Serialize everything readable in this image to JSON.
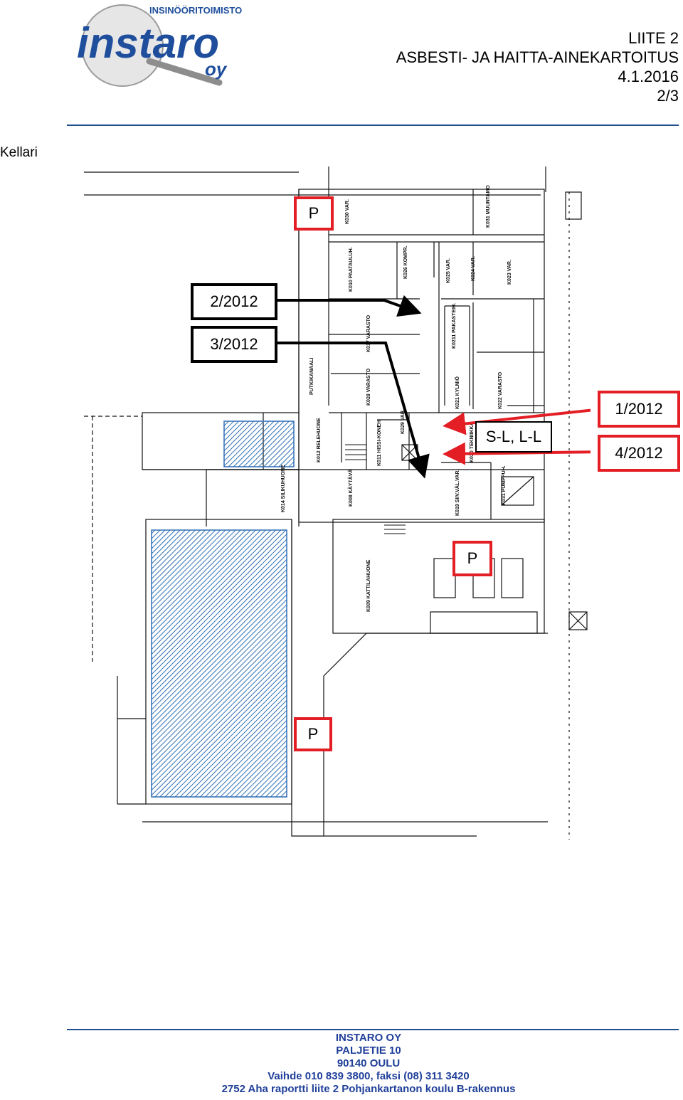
{
  "logo": {
    "company_tagline": "INSINÖÖRITOIMISTO",
    "brand": "instaro",
    "suffix": "oy"
  },
  "header": {
    "liite": "LIITE 2",
    "title": "ASBESTI- JA HAITTA-AINEKARTOITUS",
    "date": "4.1.2016",
    "page": "2/3"
  },
  "section": {
    "label": "Kellari"
  },
  "annotations": {
    "sample_2": "2/2012",
    "sample_3": "3/2012",
    "sample_1": "1/2012",
    "sample_4": "4/2012",
    "sl_ll": "S-L, L-L",
    "p_top": "P",
    "p_mid": "P",
    "p_bottom": "P"
  },
  "rooms": {
    "k030": "K030 VAR.",
    "k031": "K031 MUUNTAMO",
    "k010": "K010 PAATAULUH.",
    "k026": "K026 KOMPR.",
    "k025": "K025 VAR.",
    "k024": "K024 VAR.",
    "k023": "K023 VAR.",
    "k017": "K017 VARASTO",
    "k0211": "K0211 PAKASTEIH.",
    "putki": "PUTKIKANAALI",
    "k028": "K028 VARASTO",
    "k021": "K021 KYLMIÖ",
    "k022": "K022 VARASTO",
    "k012": "K012 RELEHUONE",
    "k029": "K029 VAR.",
    "k011": "K011 HISSI-KONEH.",
    "k020": "K020 TEKNIIKKA",
    "k014": "K014 SILIKUHUONE",
    "k008": "K008 KÄYTÄVÄ",
    "k019": "K019 SIIV.VÄL.VAR.",
    "k031b": "K031 PUMPPUH.",
    "k009": "K009 KATTILAHUONE"
  },
  "footer": {
    "company": "INSTARO OY",
    "street": "PALJETIE 10",
    "city": "90140 OULU",
    "contact": "Vaihde 010 839 3800, faksi (08) 311 3420",
    "report": "2752 Aha raportti liite 2 Pohjankartanon koulu B-rakennus"
  },
  "colors": {
    "rule": "#1f4e8c",
    "footer_text": "#1f3f99",
    "annotation_red": "#e31e24",
    "hatch_blue": "#2f6fb5",
    "logo_blue": "#1f4e9c"
  }
}
